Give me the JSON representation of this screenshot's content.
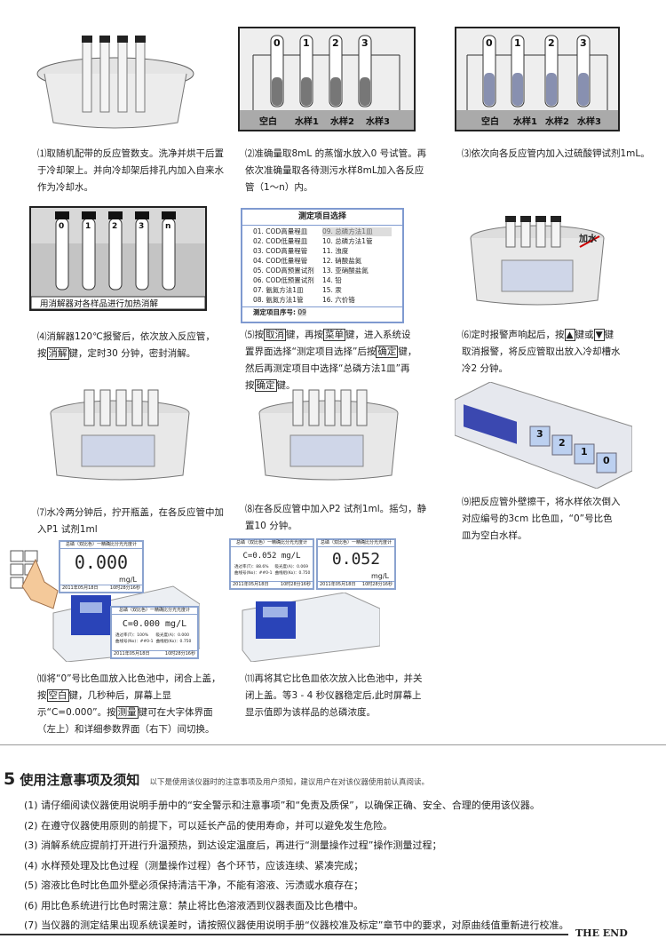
{
  "steps": {
    "s1": "⑴取随机配带的反应管数支。洗净并烘干后置于冷却架上。并向冷却架后排孔内加入自来水作为冷却水。",
    "s2": "⑵准确量取8mL 的蒸馏水放入0 号试管。再依次准确量取各待测污水样8mL加入各反应管（1～n）内。",
    "s3": "⑶依次向各反应管内加入过硫酸钾试剂1mL。",
    "s4": [
      "⑷消解器120℃报警后，依次放入反应管，按",
      "消解",
      "键，定时30 分钟，密封消解。"
    ],
    "s5": [
      "⑸按",
      "取消",
      "键，再按",
      "菜单",
      "键，进入系统设置界面选择“测定项目选择”后按",
      "确定",
      "键，然后再测定项目中选择“总磷方法1皿”再按",
      "确定",
      "键。"
    ],
    "s6": [
      "⑹定时报警声响起后，按",
      "▲",
      "键或",
      "▼",
      "键取消报警，将反应管取出放入冷却槽水冷2 分钟。"
    ],
    "s7": "⑺水冷两分钟后，拧开瓶盖，在各反应管中加入P1 试剂1ml",
    "s8": "⑻在各反应管中加入P2 试剂1ml。摇匀，静置10 分钟。",
    "s9": "⑼把反应管外壁擦干，将水样依次倒入对应编号的3cm 比色皿，“0”号比色皿为空白水样。",
    "s10": [
      "⑽将“0”号比色皿放入比色池中，闭合上盖，按",
      "空白",
      "键，几秒种后，屏幕上显示“C=0.000”。按",
      "测量",
      "键可在大字体界面（左上）和详细参数界面（右下）间切换。"
    ],
    "s11": "⑾再将其它比色皿依次放入比色池中，并关闭上盖。等3 - 4 秒仪器稳定后,此时屏幕上显示值即为该样品的总磷浓度。"
  },
  "figs": {
    "tubes_nums": [
      "0",
      "1",
      "2",
      "3"
    ],
    "tubes_nums_n": [
      "0",
      "1",
      "2",
      "3",
      "n"
    ],
    "rack_labels": [
      "空白",
      "水样1",
      "水样2",
      "水样3"
    ],
    "digest_label": "用消解器对各样品进行加热消解",
    "add_water": "加水",
    "cuvette_nums": [
      "3",
      "2",
      "1",
      "0"
    ],
    "menu": {
      "title": "测定项目选择",
      "items": [
        "01. COD高量程皿",
        "09. 总磷方法1皿",
        "02. COD低量程皿",
        "10. 总磷方法1管",
        "03. COD高量程管",
        "11. 浊度",
        "04. COD低量程管",
        "12. 硝酸盐氮",
        "05. COD高预置试剂",
        "13. 亚硝酸盐氮",
        "06. COD低预置试剂",
        "14. 铅",
        "07. 氨氮方法1皿",
        "15. 汞",
        "08. 氨氮方法1管",
        "16. 六价铬"
      ],
      "selected": "09. 总磷方法1皿",
      "footer_label": "测定项目序号:",
      "footer_value": "09"
    },
    "screen_title": "总磷（双比色）一精确比分光光度计",
    "date": "2011年05月18日",
    "time": "10时28分16秒",
    "big0": "0.000",
    "c0": "C=0.000 mg/L",
    "big052": "0.052",
    "c052": "C=0.052 mg/L",
    "unit": "mg/L",
    "params0": [
      "透过率(T)：100%",
      "吸光度(A)：0.000",
      "曲线号(No)：##0-1",
      "曲线组(Ko)：0.750"
    ],
    "params052": [
      "透过率(T)：88.6%",
      "吸光度(A)：0.069",
      "曲线号(No)：##0-1",
      "曲线组(Ko)：0.750"
    ]
  },
  "section": {
    "number": "5",
    "title": "使用注意事项及须知",
    "intro": "以下是使用该仪器时的注意事项及用户须知，建议用户在对该仪器使用前认真阅读。",
    "items": [
      "(1) 请仔细阅读仪器使用说明手册中的“安全警示和注意事项”和“免责及质保”，以确保正确、安全、合理的使用该仪器。",
      "(2) 在遵守仪器使用原则的前提下，可以延长产品的使用寿命，并可以避免发生危险。",
      "(3) 消解系统应提前打开进行升温预热，到达设定温度后，再进行“测量操作过程”操作测量过程；",
      "(4) 水样预处理及比色过程（测量操作过程）各个环节，应该连续、紧凑完成；",
      "(5) 溶液比色时比色皿外壁必须保持清洁干净，不能有溶液、污渍或水痕存在；",
      "(6) 用比色系统进行比色时需注意：禁止将比色溶液洒到仪器表面及比色槽中。",
      "(7) 当仪器的测定结果出现系统误差时，请按照仪器使用说明手册“仪器校准及标定”章节中的要求，对原曲线值重新进行校准。"
    ]
  },
  "footer": {
    "end": "THE END"
  }
}
